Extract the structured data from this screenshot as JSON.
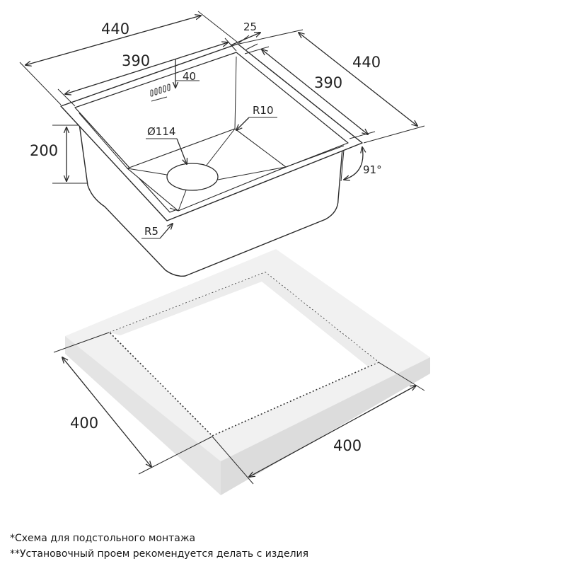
{
  "sink": {
    "outer_length": "440",
    "outer_width": "440",
    "inner_length": "390",
    "inner_width": "390",
    "rim_width": "25",
    "overflow_offset": "40",
    "depth": "200",
    "drain_diameter": "Ø114",
    "inner_corner_radius": "R10",
    "outer_corner_radius": "R5",
    "wall_angle": "91°"
  },
  "cutout": {
    "length": "400",
    "width": "400"
  },
  "notes": [
    "*Схема для подстольного монтажа",
    "**Установочный проем рекомендуется делать с изделия"
  ]
}
